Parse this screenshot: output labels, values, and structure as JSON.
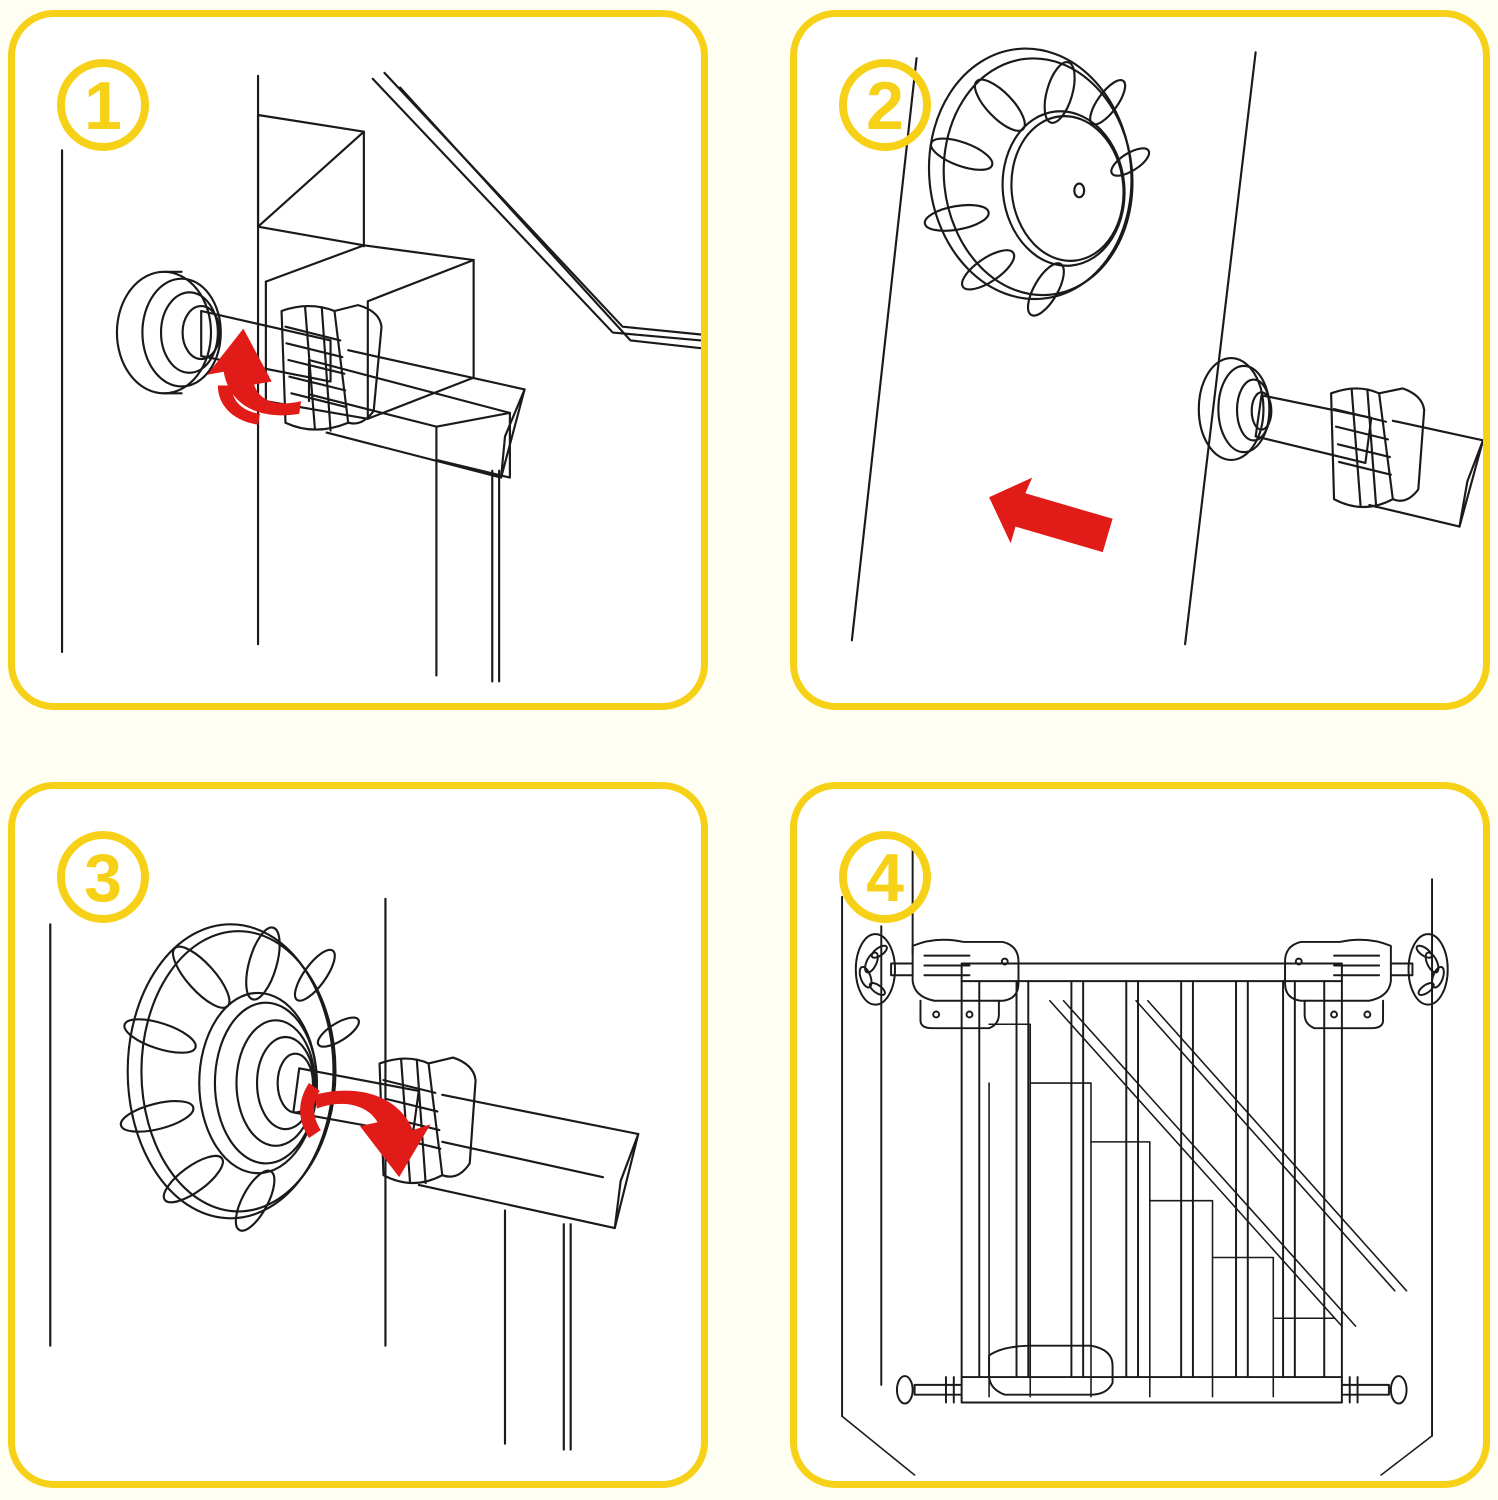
{
  "document": {
    "title": "Pressure-Mounted Safety Gate Installation Steps",
    "type": "line-drawing instruction diagram",
    "panel_count": 4,
    "background_color": "#FFFEF2",
    "panel_background": "#FFFFFF",
    "accent_color": "#F7D117",
    "arrow_color": "#E11B17",
    "line_color": "#1A1A1A"
  },
  "panels": [
    {
      "id": "panel-1",
      "step_number": "1",
      "badge_name": "step-1-badge",
      "subject": "Loosen the knurled locking nut on the threaded rod at the stair newel post",
      "arrow": {
        "type": "curved",
        "direction": "counter-clockwise",
        "color": "#E11B17"
      },
      "parts": [
        "wall-cup-washer",
        "threaded-rod",
        "knurled-lock-nut",
        "stair-newel-post",
        "handrail",
        "baluster"
      ]
    },
    {
      "id": "panel-2",
      "step_number": "2",
      "badge_name": "step-2-badge",
      "subject": "Push the wall pad with petal slots onto the threaded rod toward the wall",
      "arrow": {
        "type": "straight",
        "direction": "up-left",
        "color": "#E11B17"
      },
      "parts": [
        "petal-slot-wall-pad",
        "wall-cup-washer",
        "threaded-rod",
        "knurled-lock-nut",
        "wall-surface"
      ]
    },
    {
      "id": "panel-3",
      "step_number": "3",
      "badge_name": "step-3-badge",
      "subject": "Tighten the knurled locking nut against the seated wall pad",
      "arrow": {
        "type": "curved",
        "direction": "clockwise",
        "color": "#E11B17"
      },
      "parts": [
        "petal-slot-wall-pad",
        "threaded-rod",
        "knurled-lock-nut",
        "wall-surface",
        "baluster"
      ]
    },
    {
      "id": "panel-4",
      "step_number": "4",
      "badge_name": "step-4-badge",
      "subject": "Completed pressure-mounted safety gate installed across the stairway opening",
      "arrow": null,
      "parts": [
        "gate-frame",
        "gate-vertical-bars",
        "top-rail",
        "bottom-rail",
        "upper-left-mount",
        "upper-right-mount",
        "lower-left-bolt",
        "lower-right-bolt",
        "petal-slot-wall-pad",
        "staircase",
        "wall-surface"
      ]
    }
  ]
}
